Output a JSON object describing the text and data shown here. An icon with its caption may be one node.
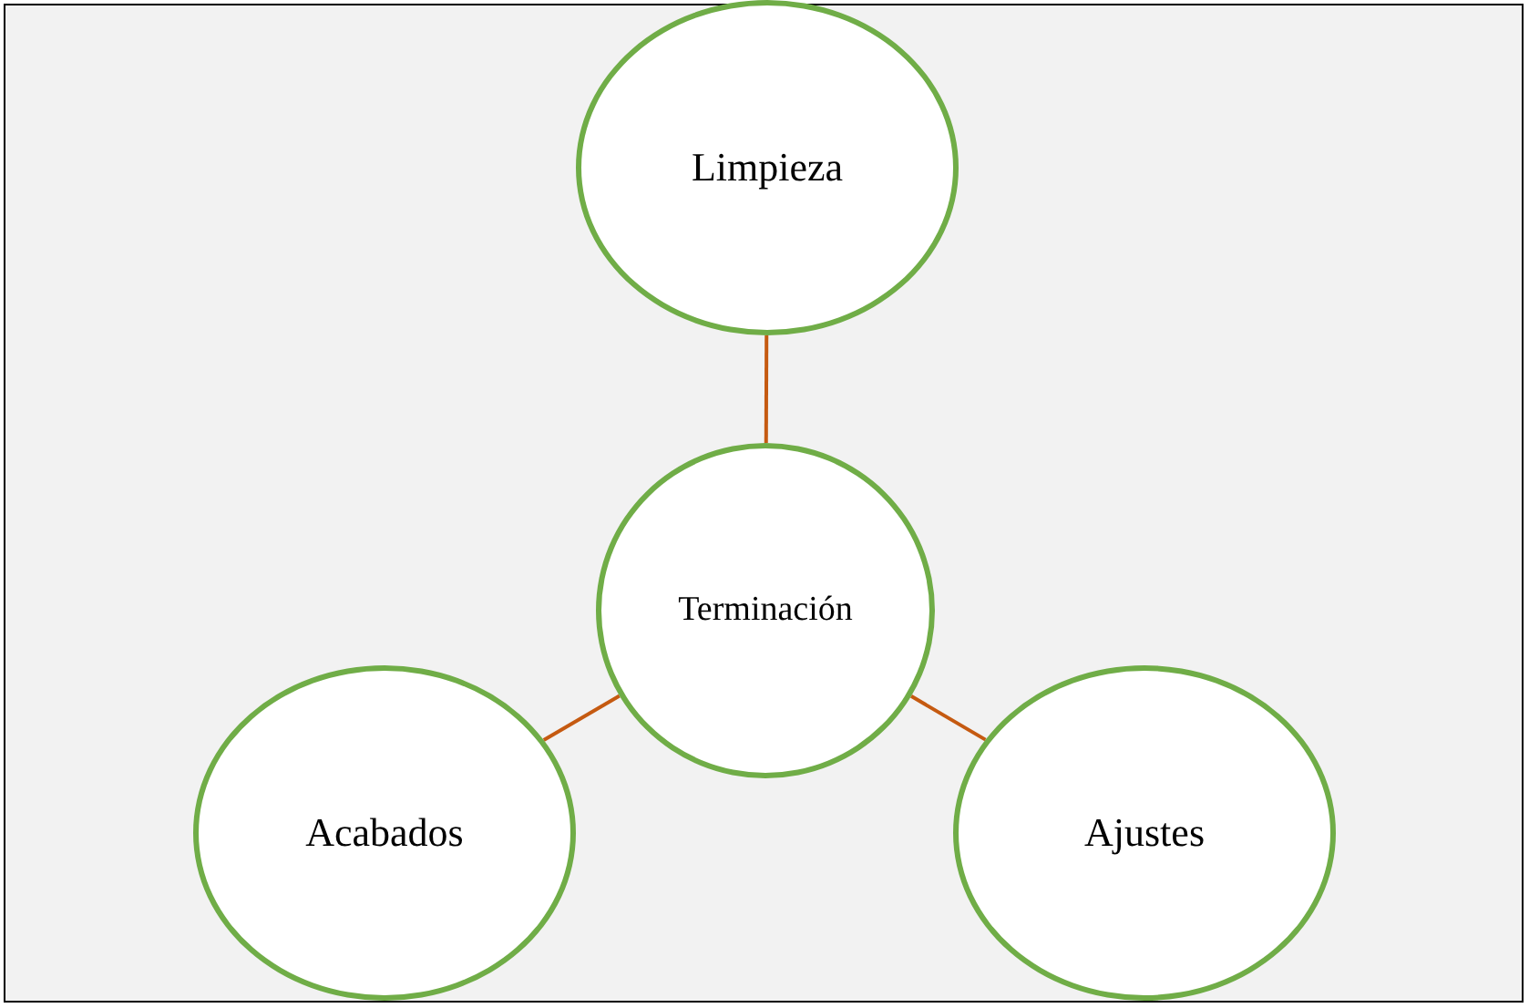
{
  "diagram": {
    "nodes": [
      {
        "text": [
          "Limpieza"
        ]
      },
      {
        "text": [
          "Terminación"
        ]
      },
      {
        "text": [
          "Acabados"
        ]
      },
      {
        "text": [
          "Ajustes"
        ]
      }
    ],
    "edges": [
      {
        "from": 0,
        "to": 1,
        "arrow": "none"
      },
      {
        "from": 1,
        "to": 2,
        "arrow": "none"
      },
      {
        "from": 1,
        "to": 3,
        "arrow": "none"
      }
    ]
  }
}
